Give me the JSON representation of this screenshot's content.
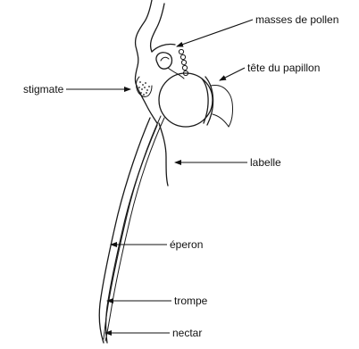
{
  "labels": {
    "pollen": "masses de pollen",
    "head": "tête du papillon",
    "stigma": "stigmate",
    "labellum": "labelle",
    "spur": "éperon",
    "proboscis": "trompe",
    "nectar": "nectar"
  }
}
